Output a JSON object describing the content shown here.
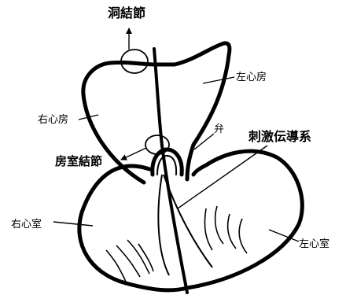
{
  "labels": {
    "sinoatrial_node": "洞結節",
    "left_atrium": "左心房",
    "right_atrium": "右心房",
    "valve": "弁",
    "conduction_system": "刺激伝導系",
    "atrioventricular_node": "房室結節",
    "right_ventricle": "右心室",
    "left_ventricle": "左心室"
  },
  "colors": {
    "ink": "#000000",
    "background": "#ffffff"
  }
}
